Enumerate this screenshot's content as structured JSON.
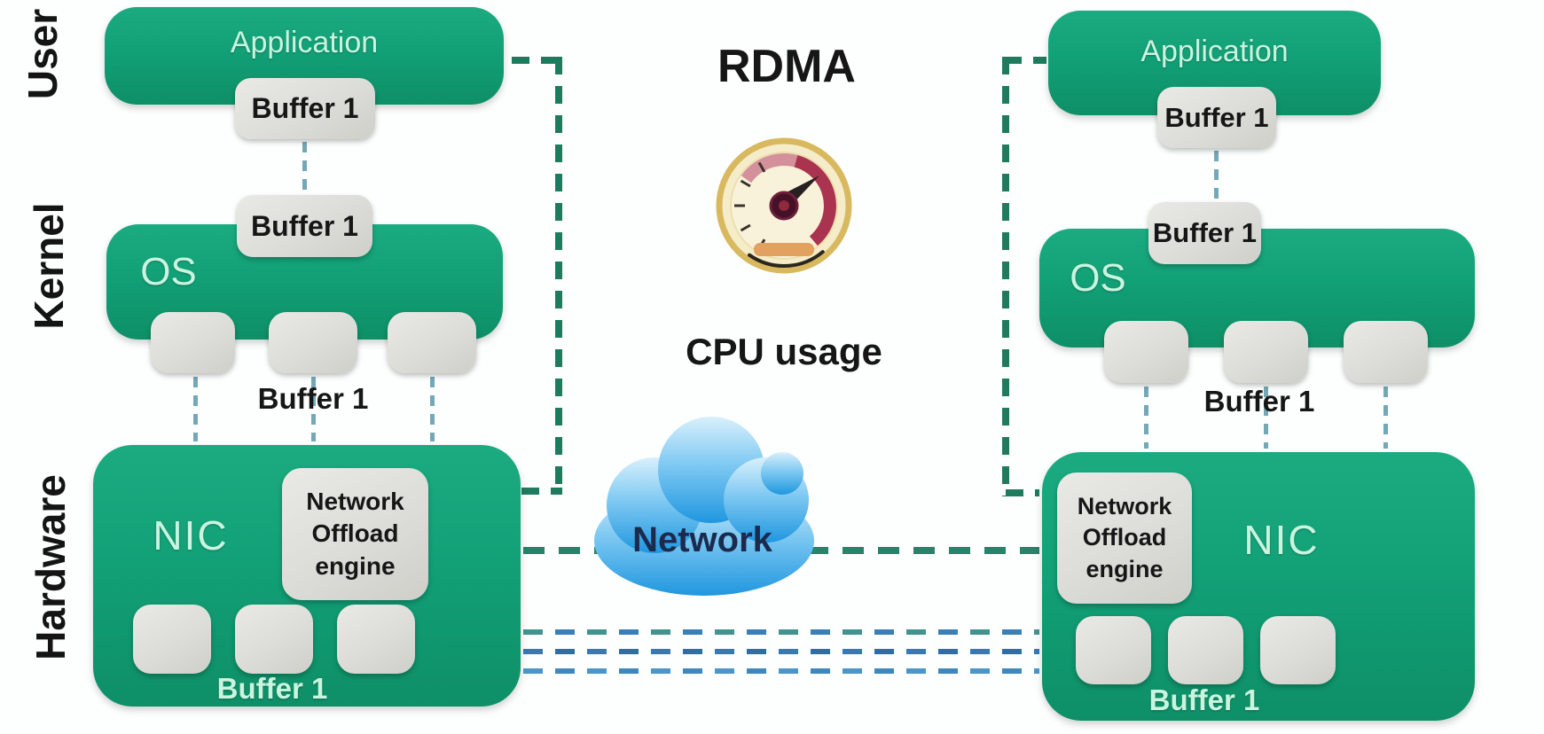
{
  "layers": {
    "user": "User",
    "kernel": "Kernel",
    "hardware": "Hardware"
  },
  "center": {
    "title": "RDMA",
    "gauge_icon": "speedometer-icon",
    "cpu_caption": "CPU usage",
    "cloud_icon": "cloud-icon",
    "network_label": "Network"
  },
  "left": {
    "app_label": "Application",
    "app_buffer": "Buffer 1",
    "kernel_buffer": "Buffer 1",
    "os_label": "OS",
    "hw_buffer": "Buffer 1",
    "nic_label": "NIC",
    "offload": {
      "line1": "Network",
      "line2": "Offload",
      "line3": "engine"
    },
    "nic_buffer": "Buffer 1"
  },
  "right": {
    "app_label": "Application",
    "app_buffer": "Buffer 1",
    "kernel_buffer": "Buffer 1",
    "os_label": "OS",
    "hw_buffer": "Buffer 1",
    "nic_label": "NIC",
    "offload": {
      "line1": "Network",
      "line2": "Offload",
      "line3": "engine"
    },
    "nic_buffer": "Buffer 1"
  },
  "colors": {
    "box_green": "#12a077",
    "box_gray": "#dcdcd8",
    "mint_text": "#c9f4df",
    "bypass_dash_green": "#1f7b5e",
    "connector_teal": "#74a8b6",
    "data_dash_blue": "#3579b5",
    "cloud_blue": "#2fa7e8",
    "gauge_gold": "#d8b95f",
    "gauge_red": "#aa3350",
    "gauge_orange": "#e2a15e"
  }
}
